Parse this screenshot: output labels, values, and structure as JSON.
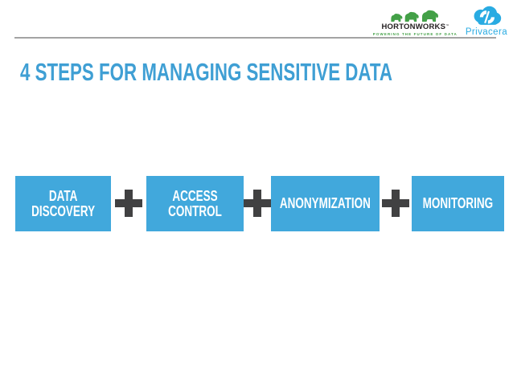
{
  "slide": {
    "title": "4 STEPS FOR MANAGING SENSITIVE DATA",
    "steps": [
      {
        "line1": "DATA",
        "line2": "DISCOVERY"
      },
      {
        "line1": "ACCESS",
        "line2": "CONTROL"
      },
      {
        "line1": "ANONYMIZATION"
      },
      {
        "line1": "MONITORING"
      }
    ],
    "separator_icon": "plus-icon"
  },
  "header": {
    "hortonworks": {
      "name": "HORTONWORKS",
      "trademark": "™",
      "tagline": "POWERING THE FUTURE OF DATA",
      "logo_icon": "hortonworks-elephants-icon"
    },
    "privacera": {
      "name": "Privacera",
      "logo_icon": "privacera-cloud-icon"
    }
  },
  "colors": {
    "box_blue": "#41a8dc",
    "title_blue": "#3f9fd4",
    "plus_gray": "#414142",
    "hw_green": "#43a047",
    "hw_black": "#231f20",
    "pv_blue": "#29abe2",
    "rule_gray": "#a3a3a3"
  }
}
